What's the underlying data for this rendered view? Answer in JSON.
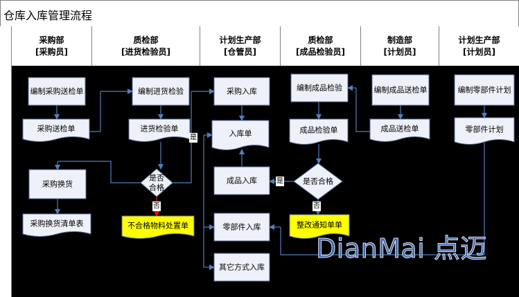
{
  "title": "仓库入库管理流程",
  "lanes": [
    {
      "dept": "采购部",
      "role": "[采购员]"
    },
    {
      "dept": "质检部",
      "role": "[进货检验员]"
    },
    {
      "dept": "计划生产部",
      "role": "[仓管员]"
    },
    {
      "dept": "质检部",
      "role": "[成品检验员]"
    },
    {
      "dept": "制造部",
      "role": "[计划员]"
    },
    {
      "dept": "计划生产部",
      "role": "[计划员]"
    }
  ],
  "nodes": {
    "compile_purchase_inspection": "编制采购送检单",
    "purchase_inspection_doc": "采购送检单",
    "purchase_exchange": "采购换货",
    "purchase_exchange_list": "采购换货清单表",
    "compile_incoming_inspection": "编制进货检验",
    "incoming_inspection_doc": "进货检验单",
    "is_qualified": "是否\n合格",
    "nonconforming_doc": "不合格物料处置单",
    "purchase_inbound": "采购入库",
    "inbound_doc": "入库单",
    "finished_inbound": "成品入库",
    "parts_inbound": "零部件入库",
    "other_inbound": "其它方式入库",
    "compile_finished_inspection": "编制成品检验",
    "finished_inspection_doc": "成品检验单",
    "is_passed": "是否合格",
    "rectification_notice": "整改通知单单",
    "compile_finished_submission": "编制成品送检单",
    "finished_submission_doc": "成品送检单",
    "compile_parts_plan": "编制零部件计划",
    "parts_plan": "零部件计划"
  },
  "labels": {
    "yes": "是",
    "no": "否"
  },
  "watermark": "DianMai 点迈",
  "colors": {
    "background": "#000000",
    "box_fill": "#eef1f9",
    "line": "#4f7fc0",
    "highlight": "#ffff00",
    "red_arrow": "#ff0000"
  }
}
